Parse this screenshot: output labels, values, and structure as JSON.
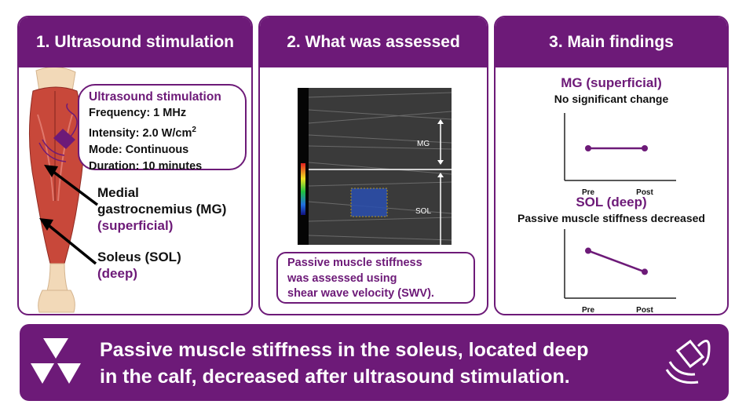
{
  "panel1": {
    "heading": "1. Ultrasound stimulation",
    "box_title": "Ultrasound stimulation",
    "frequency": "Frequency: 1 MHz",
    "intensity": "Intensity: 2.0 W/cm",
    "intensity_sup": "2",
    "mode": "Mode: Continuous",
    "duration": "Duration: 10 minutes",
    "mg_line1": "Medial",
    "mg_line2": "gastrocnemius (MG)",
    "mg_depth": "(superficial)",
    "sol_line1": "Soleus (SOL)",
    "sol_depth": "(deep)"
  },
  "panel2": {
    "heading": "2. What was assessed",
    "image_label_mg": "MG",
    "image_label_sol": "SOL",
    "assess_line1": "Passive muscle stiffness",
    "assess_line2": "was assessed using",
    "assess_line3": "shear wave velocity (SWV)."
  },
  "panel3": {
    "heading": "3. Main findings",
    "mg_title": "MG (superficial)",
    "mg_sub": "No significant change",
    "sol_title": "SOL (deep)",
    "sol_sub": "Passive muscle stiffness decreased"
  },
  "chart_data": [
    {
      "type": "line",
      "categories": [
        "Pre",
        "Post"
      ],
      "series": [
        {
          "values": [
            0.5,
            0.5
          ]
        }
      ],
      "title": "MG (superficial)",
      "ylim": [
        0,
        1
      ]
    },
    {
      "type": "line",
      "categories": [
        "Pre",
        "Post"
      ],
      "series": [
        {
          "values": [
            0.72,
            0.4
          ]
        }
      ],
      "title": "SOL (deep)",
      "ylim": [
        0,
        1
      ]
    }
  ],
  "banner": {
    "line1": "Passive muscle stiffness in the soleus, located deep",
    "line2": "in the calf, decreased after ultrasound stimulation."
  },
  "colors": {
    "accent": "#6d1a78",
    "muscle": "#c8483a",
    "bone": "#f2d9b8"
  }
}
